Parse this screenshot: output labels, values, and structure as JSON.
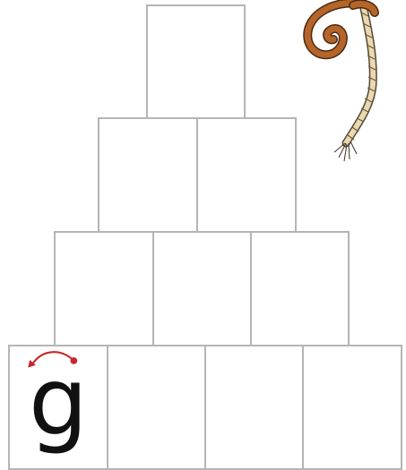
{
  "worksheet": {
    "letter": "g",
    "stroke_arrow_color": "#c62828",
    "cell_border_color": "#b5b5b5",
    "rows": [
      {
        "cells": 1
      },
      {
        "cells": 2
      },
      {
        "cells": 3
      },
      {
        "cells": 4
      }
    ]
  },
  "decoration": {
    "icon": "monkey-tail-rope-icon",
    "tail_color": "#b5652a",
    "rope_color": "#e8d9b0"
  }
}
